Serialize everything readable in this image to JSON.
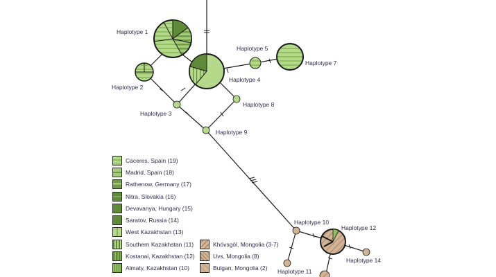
{
  "colors": {
    "light_green": "#b5d98a",
    "mid_green": "#8fbf5e",
    "dark_green": "#5e8a3a",
    "tan": "#d2b394",
    "edge": "#1a1a1a"
  },
  "haplotypes": [
    {
      "id": 1,
      "label": "Haplotype 1"
    },
    {
      "id": 2,
      "label": "Haplotype 2"
    },
    {
      "id": 3,
      "label": "Haplotype 3"
    },
    {
      "id": 4,
      "label": "Haplotype 4"
    },
    {
      "id": 5,
      "label": "Haplotype 5"
    },
    {
      "id": 7,
      "label": "Haplotype 7"
    },
    {
      "id": 8,
      "label": "Haplotype 8"
    },
    {
      "id": 9,
      "label": "Haplotype 9"
    },
    {
      "id": 10,
      "label": "Haplotype 10"
    },
    {
      "id": 11,
      "label": "Haplotype 11"
    },
    {
      "id": 12,
      "label": "Haplotype 12"
    },
    {
      "id": 14,
      "label": "Haplotype 14"
    }
  ],
  "legend_left": [
    {
      "label": "Caceres, Spain (19)",
      "pattern": "hstripe-light"
    },
    {
      "label": "Madrid, Spain (18)",
      "pattern": "hstripe-mid"
    },
    {
      "label": "Rathenow, Germany (17)",
      "pattern": "hstripe-dark"
    },
    {
      "label": "Nitra, Slovakia (16)",
      "pattern": "hline-dark"
    },
    {
      "label": "Devavanya, Hungary (15)",
      "pattern": "solid-dark"
    },
    {
      "label": "Saratov, Russia (14)",
      "pattern": "solid-dark"
    },
    {
      "label": "West Kazakhstan (13)",
      "pattern": "vstripe-light"
    },
    {
      "label": "Southern Kazakhstan (11)",
      "pattern": "vstripe-dark"
    },
    {
      "label": "Kostanai, Kazakhstan (12)",
      "pattern": "vstripe-dark2"
    },
    {
      "label": "Almaty, Kazakhstan (10)",
      "pattern": "vstripe-mid"
    }
  ],
  "legend_right": [
    {
      "label": "Khövsgöl, Mongolia (3-7)",
      "pattern": "diag-tan"
    },
    {
      "label": "Uvs, Mongolia (8)",
      "pattern": "cross-tan"
    },
    {
      "label": "Bulgan, Mongolia (2)",
      "pattern": "diag2-tan"
    }
  ]
}
